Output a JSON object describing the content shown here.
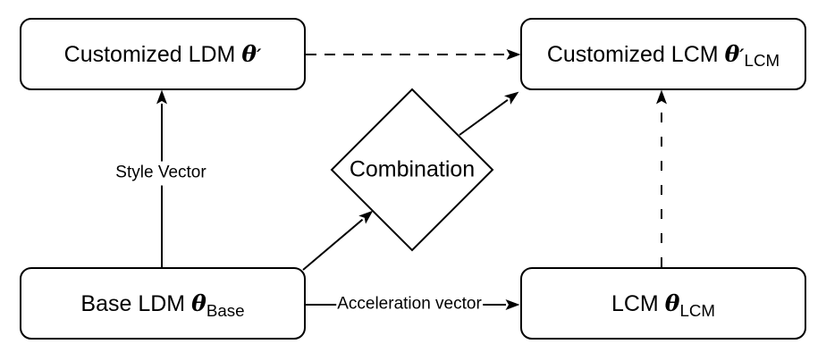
{
  "diagram": {
    "nodes": {
      "customized_ldm": {
        "name": "Customized LDM",
        "theta": "θ",
        "prime": "′",
        "sub": ""
      },
      "customized_lcm": {
        "name": "Customized LCM",
        "theta": "θ",
        "prime": "′",
        "sub": "LCM"
      },
      "base_ldm": {
        "name": "Base LDM",
        "theta": "θ",
        "prime": "",
        "sub": "Base"
      },
      "lcm": {
        "name": "LCM",
        "theta": "θ",
        "prime": "",
        "sub": "LCM"
      },
      "combination": {
        "name": "Combination"
      }
    },
    "edge_labels": {
      "style_vector": "Style Vector",
      "acceleration_vector": "Acceleration vector"
    },
    "colors": {
      "stroke": "#000000",
      "node_fill": "#ffffff",
      "background": "#ffffff",
      "text": "#000000"
    }
  }
}
